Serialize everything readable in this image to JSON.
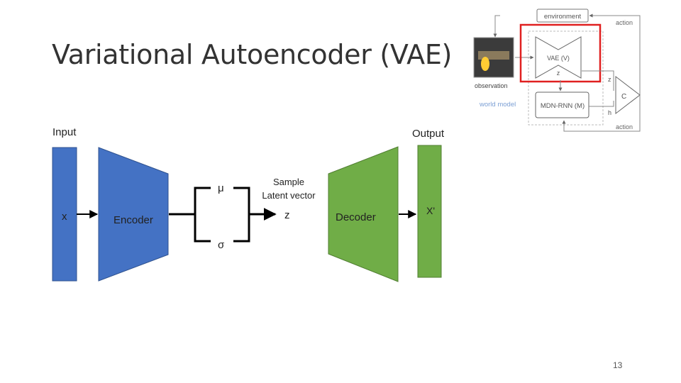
{
  "slide": {
    "title": "Variational Autoencoder (VAE)",
    "page_number": "13"
  },
  "diagram": {
    "input_label": "Input",
    "output_label": "Output",
    "x_label": "x",
    "encoder_label": "Encoder",
    "mu_label": "μ",
    "sigma_label": "σ",
    "sample_label_line1": "Sample",
    "sample_label_line2": "Latent vector",
    "z_label": "z",
    "decoder_label": "Decoder",
    "x_prime_label": "X'"
  },
  "world_model_figure": {
    "environment": "environment",
    "action_top": "action",
    "observation": "observation",
    "world_model": "world model",
    "vae": "VAE (V)",
    "vae_z": "z",
    "mdn_rnn": "MDN-RNN (M)",
    "z_right": "z",
    "h_right": "h",
    "controller": "C",
    "action_bottom": "action"
  },
  "colors": {
    "encoder_blue": "#4472c4",
    "decoder_green": "#70ad47",
    "highlight_red": "#e02020",
    "world_model_blue": "#7b9fd4"
  }
}
